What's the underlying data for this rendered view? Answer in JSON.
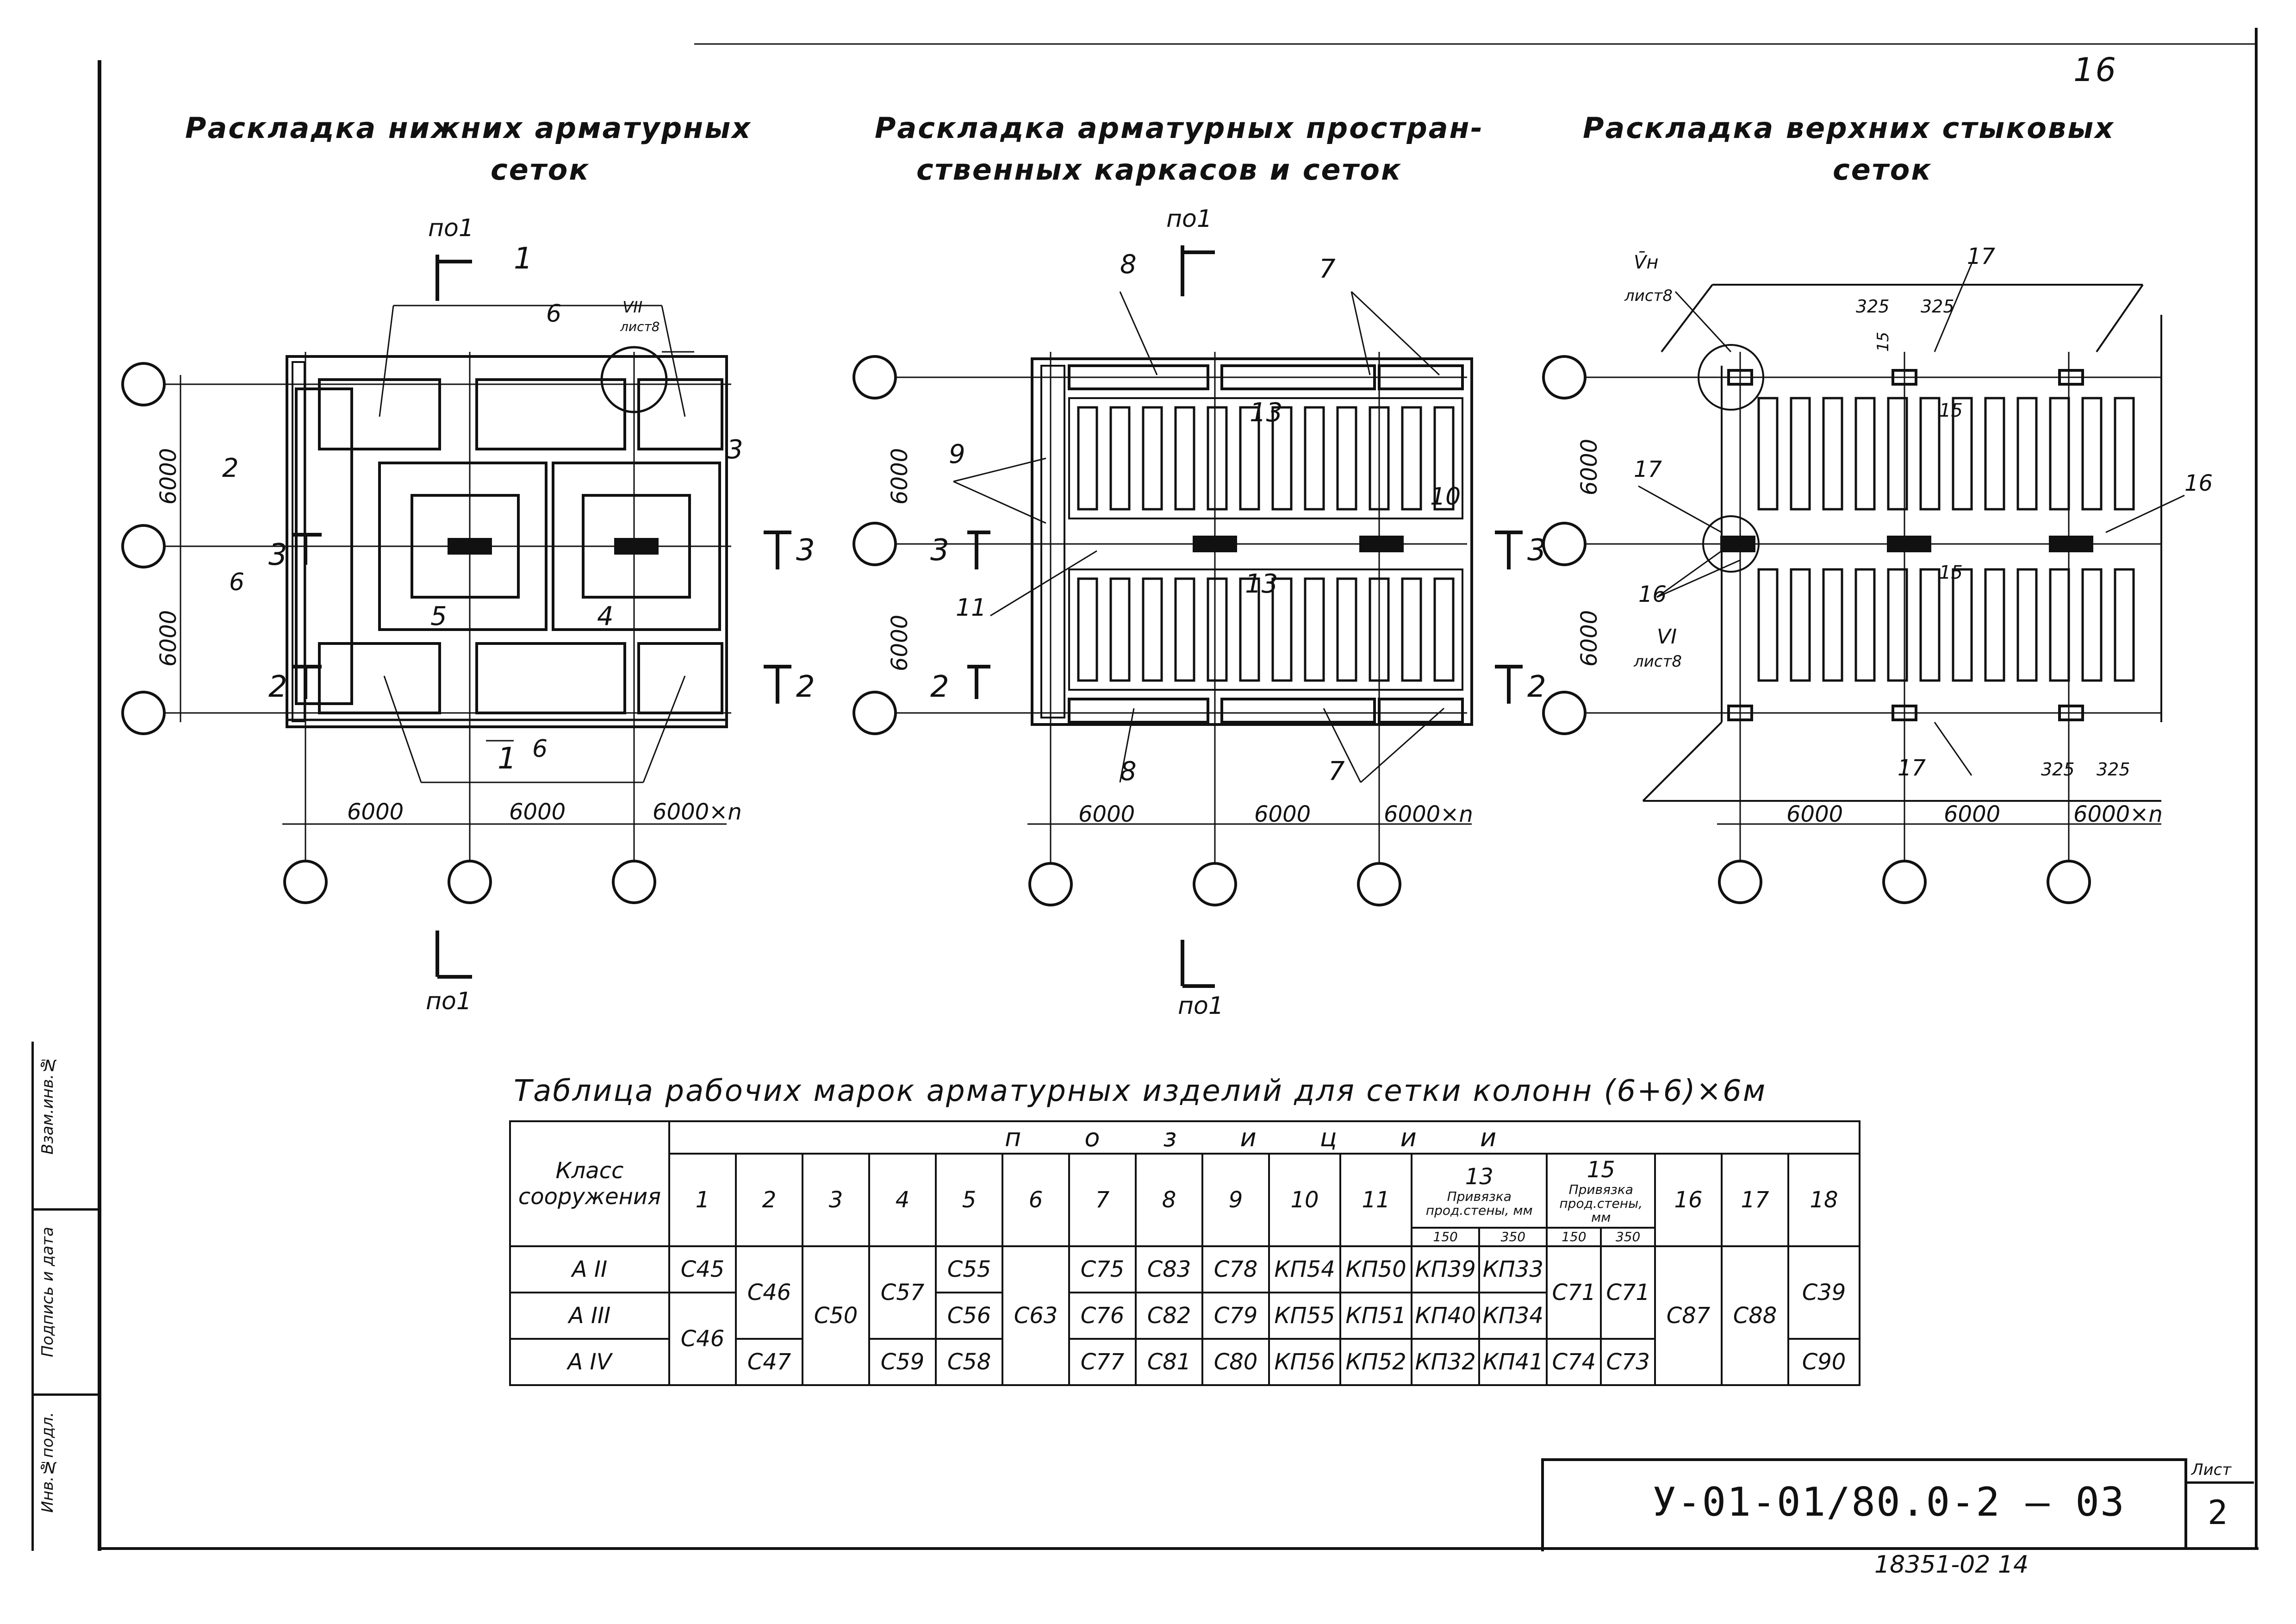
{
  "page_number": "16",
  "titles": {
    "left": [
      "Раскладка нижних арматурных",
      "сеток"
    ],
    "middle": [
      "Раскладка арматурных простран-",
      "ственных каркасов и сеток"
    ],
    "right": [
      "Раскладка верхних стыковых",
      "сеток"
    ]
  },
  "dims": {
    "d6000": "6000",
    "d6000n": "6000×n",
    "d325": "325",
    "d15": "15"
  },
  "section_marks": {
    "p1": "по1",
    "s1": "1",
    "s2": "2",
    "s3": "3"
  },
  "left_plan": {
    "labels": [
      "1",
      "6",
      "2",
      "3",
      "6",
      "5",
      "4",
      "6",
      "1"
    ],
    "node": [
      "VII",
      "лист8"
    ]
  },
  "middle_plan": {
    "labels": [
      "8",
      "7",
      "13",
      "9",
      "10",
      "11",
      "13",
      "8",
      "7"
    ]
  },
  "right_plan": {
    "labels": [
      "17",
      "15",
      "17",
      "16",
      "15",
      "16",
      "17"
    ],
    "node_top": [
      "V̄н",
      "лист8"
    ],
    "node_bottom": [
      "VI",
      "лист8"
    ]
  },
  "table": {
    "title": "Таблица рабочих марок арматурных изделий для сетки колонн (6+6)×6м",
    "class_header": "Класс сооружения",
    "positions_header": "п о з и ц и и",
    "sub_header": "Привязка прод.стены, мм",
    "binding_150": "150",
    "binding_350": "350",
    "columns": [
      "1",
      "2",
      "3",
      "4",
      "5",
      "6",
      "7",
      "8",
      "9",
      "10",
      "11",
      "13",
      "15",
      "16",
      "17",
      "18"
    ],
    "rows": [
      {
        "cls": "A II",
        "c1": "C45",
        "c2": "C46",
        "c3": "C50",
        "c4": "C57",
        "c5": "C55",
        "c6": "C63",
        "c7": "C75",
        "c8": "C83",
        "c9": "C78",
        "c10": "КП54",
        "c11": "КП50",
        "c13a": "КП39",
        "c13b": "КП33",
        "c15a": "C71",
        "c15b": "C71",
        "c16": "C87",
        "c17": "C88",
        "c18": "C39"
      },
      {
        "cls": "A III",
        "c1": "C46",
        "c5": "C56",
        "c7": "C76",
        "c8": "C82",
        "c9": "C79",
        "c10": "КП55",
        "c11": "КП51",
        "c13a": "КП40",
        "c13b": "КП34"
      },
      {
        "cls": "A IV",
        "c2": "C47",
        "c4": "C59",
        "c5": "C58",
        "c7": "C77",
        "c8": "C81",
        "c9": "C80",
        "c10": "КП56",
        "c11": "КП52",
        "c13a": "КП32",
        "c13b": "КП41",
        "c15a": "C74",
        "c15b": "C73",
        "c18": "C90"
      }
    ]
  },
  "stamp": {
    "code": "У-01-01/80.0-2 – 03",
    "sheet_label": "Лист",
    "sheet_number": "2",
    "bottom_number": "18351-02 14"
  },
  "side_labels": [
    "Инв.№подл.",
    "Подпись и дата",
    "Взам.инв.№"
  ]
}
